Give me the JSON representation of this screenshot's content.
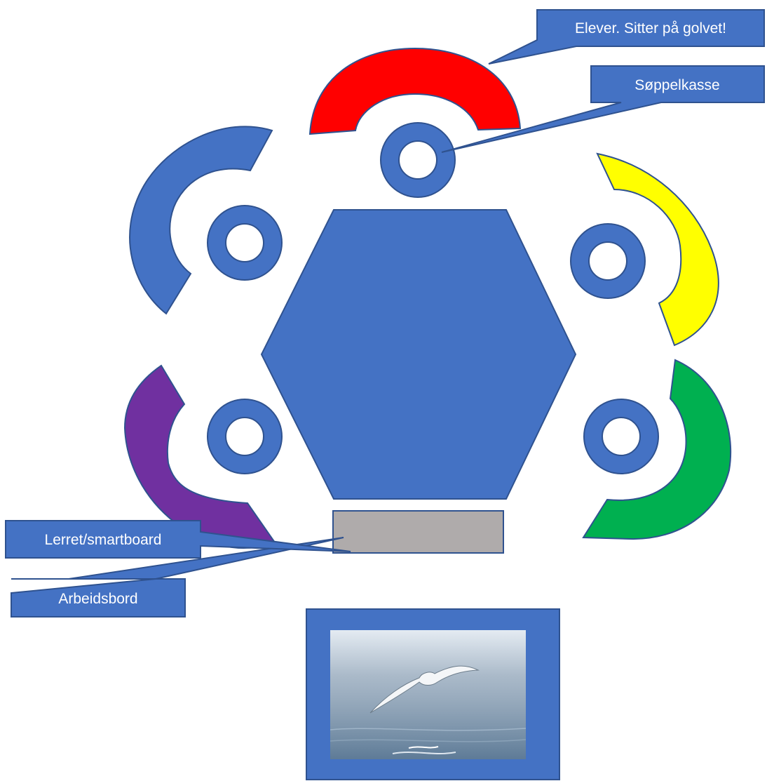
{
  "colors": {
    "blue": "#4472C4",
    "outline": "#2F528F",
    "red": "#FF0000",
    "yellow": "#FFFF00",
    "green": "#00B050",
    "purple": "#7030A0",
    "table_gray": "#AFABAB",
    "white": "#FFFFFF"
  },
  "labels": {
    "students": "Elever. Sitter på golvet!",
    "trash": "Søppelkasse",
    "worktable": "Arbeidsbord",
    "screen": "Lerret/smartboard"
  },
  "groups": [
    {
      "name": "top",
      "color": "red"
    },
    {
      "name": "upper-left",
      "color": "blue"
    },
    {
      "name": "upper-right",
      "color": "yellow"
    },
    {
      "name": "lower-left",
      "color": "purple"
    },
    {
      "name": "lower-right",
      "color": "green"
    }
  ],
  "screen_photo": "seagull-over-water"
}
